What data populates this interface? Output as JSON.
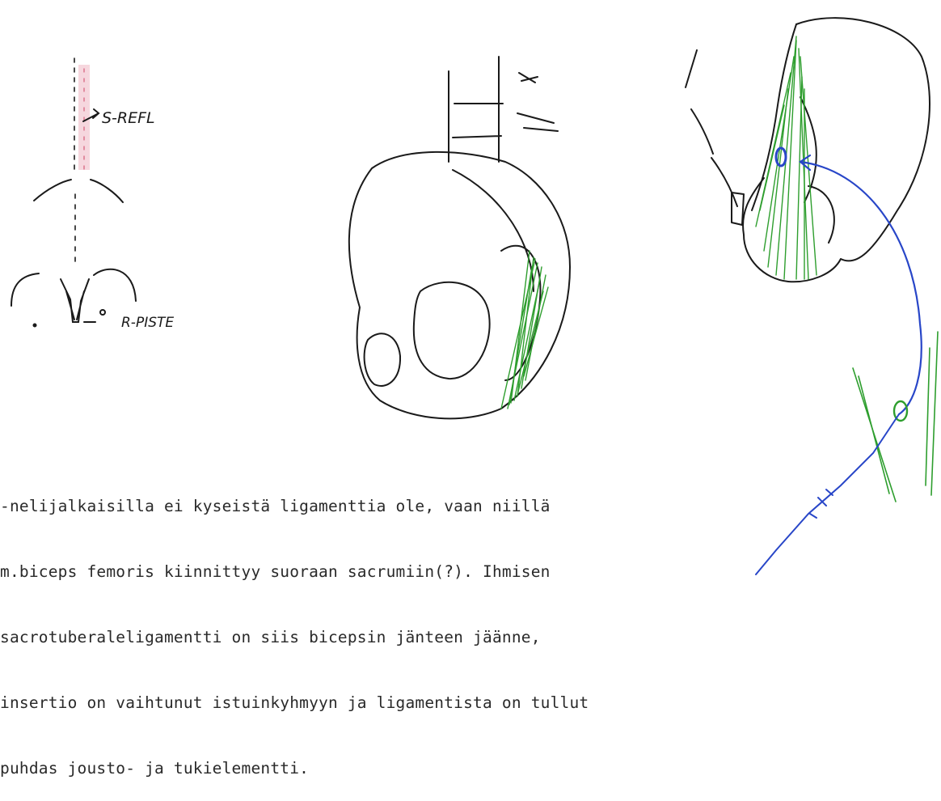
{
  "labels": {
    "spine_top": "S-REFL",
    "spine_bottom": "R-PISTE"
  },
  "note_lines": [
    "-nelijalkaisilla ei kyseistä ligamenttia ole, vaan niillä",
    "m.biceps femoris kiinnittyy suoraan sacrumiin(?). Ihmisen",
    "sacrotuberaleligamentti on siis bicepsin jänteen jäänne,",
    "insertio on vaihtunut istuinkyhmyyn ja ligamentista on tullut",
    "puhdas jousto- ja tukielementti."
  ],
  "colors": {
    "ink": "#1a1a1a",
    "ligament_green": "#2e9e2e",
    "arrow_blue": "#2846c8",
    "spine_pink": "#e0708a"
  }
}
